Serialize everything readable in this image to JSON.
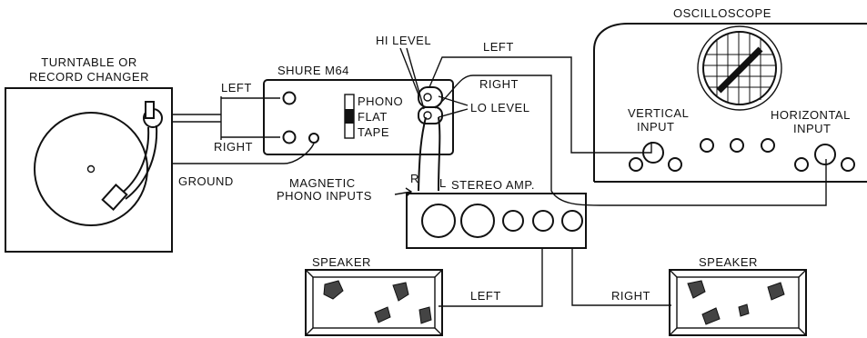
{
  "turntable": {
    "title_line1": "TURNTABLE OR",
    "title_line2": "RECORD CHANGER"
  },
  "preamp": {
    "title": "SHURE M64",
    "left_label": "LEFT",
    "right_label": "RIGHT",
    "switch_positions": [
      "PHONO",
      "FLAT",
      "TAPE"
    ],
    "hi_level": "HI LEVEL",
    "lo_level": "LO LEVEL"
  },
  "ground_label": "GROUND",
  "magnetic_inputs": {
    "line1": "MAGNETIC",
    "line2": "PHONO INPUTS",
    "r": "R",
    "l": "L"
  },
  "amp": {
    "title": "STEREO AMP."
  },
  "scope": {
    "title": "OSCILLOSCOPE",
    "vertical_line1": "VERTICAL",
    "vertical_line2": "INPUT",
    "horizontal_line1": "HORIZONTAL",
    "horizontal_line2": "INPUT"
  },
  "scope_wires": {
    "left": "LEFT",
    "right": "RIGHT"
  },
  "speaker_left": {
    "title": "SPEAKER",
    "wire": "LEFT"
  },
  "speaker_right": {
    "title": "SPEAKER",
    "wire": "RIGHT"
  }
}
